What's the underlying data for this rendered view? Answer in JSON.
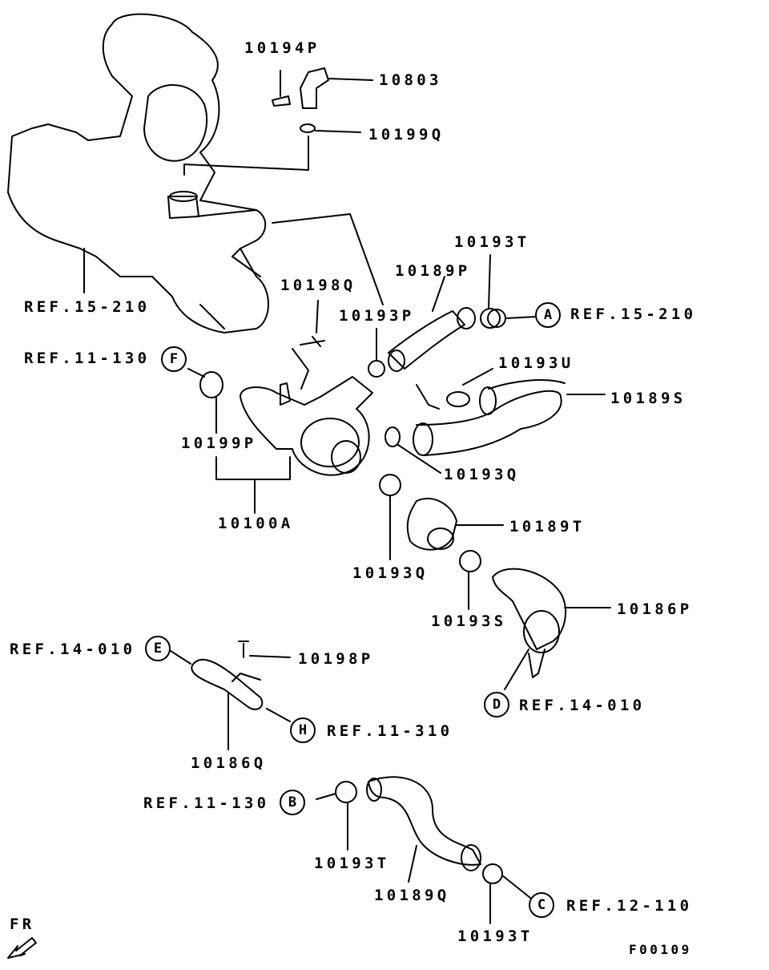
{
  "diagram_code": "F00109",
  "direction_label": "FR",
  "part_labels": {
    "p10194P": "10194P",
    "p10803": "10803",
    "p10199Q": "10199Q",
    "p10193T_top": "10193T",
    "p10189P": "10189P",
    "p10198Q": "10198Q",
    "p10193P": "10193P",
    "p10193U": "10193U",
    "p10189S": "10189S",
    "p10199P": "10199P",
    "p10193Q_a": "10193Q",
    "p10100A": "10100A",
    "p10189T": "10189T",
    "p10193Q_b": "10193Q",
    "p10186P": "10186P",
    "p10193S": "10193S",
    "p10198P": "10198P",
    "p10186Q": "10186Q",
    "p10193T_mid": "10193T",
    "p10189Q": "10189Q",
    "p10193T_bot": "10193T"
  },
  "references": [
    {
      "text": "REF.15-210"
    },
    {
      "marker": "A",
      "text": "REF.15-210"
    },
    {
      "marker": "F",
      "text": "REF.11-130"
    },
    {
      "marker": "E",
      "text": "REF.14-010"
    },
    {
      "marker": "D",
      "text": "REF.14-010"
    },
    {
      "marker": "H",
      "text": "REF.11-310"
    },
    {
      "marker": "B",
      "text": "REF.11-130"
    },
    {
      "marker": "C",
      "text": "REF.12-110"
    }
  ]
}
